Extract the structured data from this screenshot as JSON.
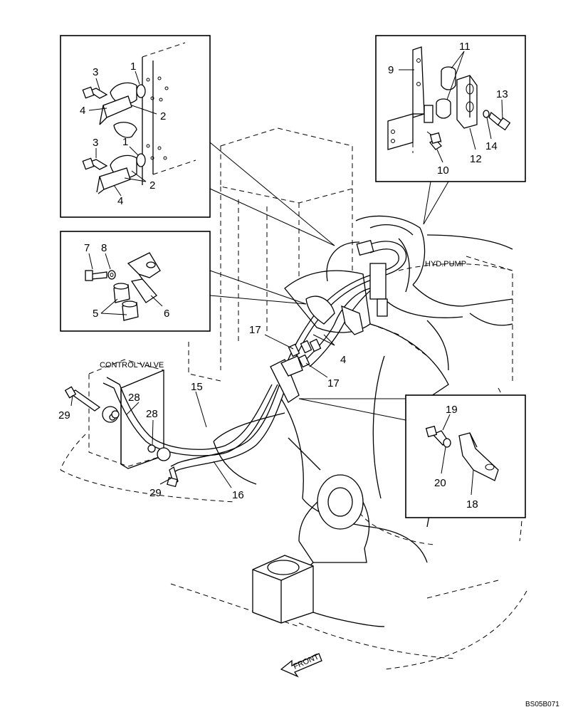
{
  "diagram": {
    "labels": {
      "control_valve": "CONTROL VALVE",
      "hyd_pump": "HYD.PUMP",
      "front": "FRONT",
      "ref_code": "BS05B071"
    },
    "callouts": {
      "p1a": "1",
      "p1b": "1",
      "p2a": "2",
      "p2b": "2",
      "p3a": "3",
      "p3b": "3",
      "p4a": "4",
      "p4b": "4",
      "p4c": "4",
      "p5": "5",
      "p6": "6",
      "p7": "7",
      "p8": "8",
      "p9": "9",
      "p10": "10",
      "p11": "11",
      "p12": "12",
      "p13": "13",
      "p14": "14",
      "p15": "15",
      "p16": "16",
      "p17a": "17",
      "p17b": "17",
      "p18": "18",
      "p19": "19",
      "p20": "20",
      "p28a": "28",
      "p28b": "28",
      "p29a": "29",
      "p29b": "29"
    }
  }
}
